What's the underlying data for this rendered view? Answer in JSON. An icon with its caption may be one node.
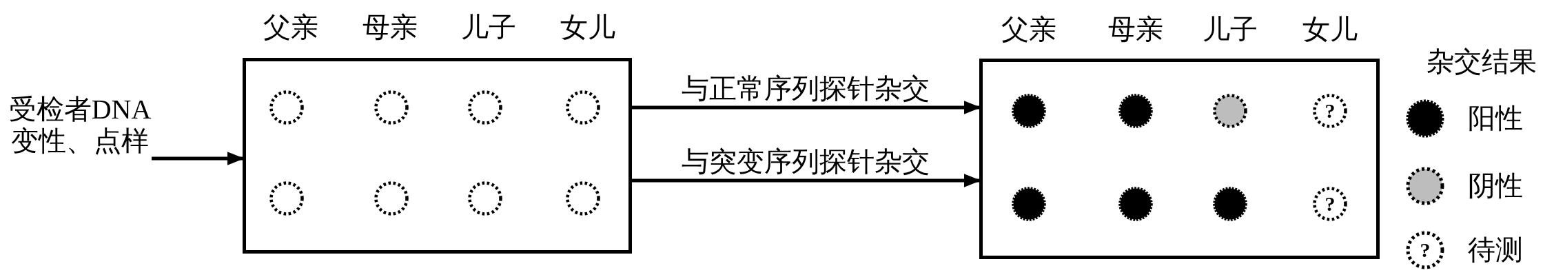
{
  "diagram": {
    "nodes": [
      {
        "text": [
          "受检者DNA变性、点样"
        ]
      },
      {
        "text": [],
        "shape": "box"
      },
      {
        "text": [],
        "shape": "circle",
        "in": 1
      },
      {
        "text": [],
        "shape": "circle",
        "in": 1
      },
      {
        "text": [],
        "shape": "circle",
        "in": 1
      },
      {
        "text": [],
        "shape": "circle",
        "in": 1
      },
      {
        "text": [],
        "shape": "circle",
        "in": 1
      },
      {
        "text": [],
        "shape": "circle",
        "in": 1
      },
      {
        "text": [],
        "shape": "circle",
        "in": 1
      },
      {
        "text": [],
        "shape": "circle",
        "in": 1
      },
      {
        "text": [],
        "shape": "box"
      },
      {
        "text": [],
        "shape": "circle",
        "in": 10
      },
      {
        "text": [],
        "shape": "circle",
        "in": 10
      },
      {
        "text": [],
        "shape": "circle",
        "in": 10
      },
      {
        "text": [
          "?"
        ],
        "in": 10
      },
      {
        "text": [],
        "shape": "circle",
        "in": 10
      },
      {
        "text": [],
        "shape": "circle",
        "in": 10
      },
      {
        "text": [],
        "shape": "circle",
        "in": 10
      },
      {
        "text": [
          "?"
        ],
        "in": 10
      }
    ],
    "edges": [
      {
        "from": 0,
        "to": 1,
        "arrow": "to"
      },
      {
        "from": 1,
        "to": 10,
        "arrow": "to",
        "label": "与正常序列探针杂交"
      },
      {
        "from": 1,
        "to": 10,
        "arrow": "to",
        "label": "与突变序列探针杂交"
      }
    ],
    "labels": [
      "父亲",
      "母亲",
      "儿子",
      "女儿",
      "父亲",
      "母亲",
      "儿子",
      "女儿",
      "杂交结果",
      "?"
    ],
    "legend": [
      {
        "text": "阳性"
      },
      {
        "text": "阴性"
      },
      {
        "text": "待测"
      }
    ]
  }
}
